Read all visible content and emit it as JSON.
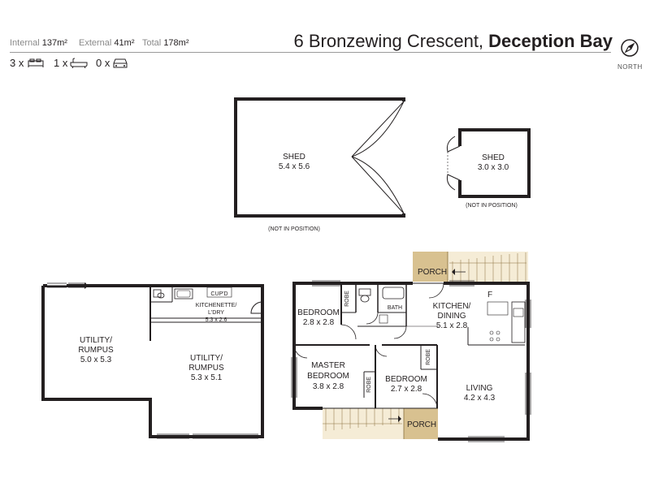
{
  "header": {
    "internal_label": "Internal",
    "internal_value": "137m²",
    "external_label": "External",
    "external_value": "41m²",
    "total_label": "Total",
    "total_value": "178m²",
    "address_street": "6 Bronzewing Crescent,",
    "address_suburb": "Deception Bay",
    "north_label": "NORTH"
  },
  "counts": {
    "bedrooms": "3 x",
    "bathrooms": "1 x",
    "carspaces": "0 x"
  },
  "icons": [
    "bed-icon",
    "bath-icon",
    "car-icon",
    "compass-icon"
  ],
  "rooms": {
    "shed_large": {
      "name": "SHED",
      "size": "5.4 x 5.6",
      "note": "(NOT IN POSITION)"
    },
    "shed_small": {
      "name": "SHED",
      "size": "3.0 x 3.0",
      "note": "(NOT IN POSITION)"
    },
    "utility_left": {
      "name1": "UTILITY/",
      "name2": "RUMPUS",
      "size": "5.0 x 5.3"
    },
    "utility_right": {
      "name1": "UTILITY/",
      "name2": "RUMPUS",
      "size": "5.3 x 5.1"
    },
    "kitchenette": {
      "name1": "KITCHENETTE/",
      "name2": "L'DRY",
      "size": "5.3 x 2.6",
      "cupd": "CUP'D"
    },
    "bedroom1": {
      "name": "BEDROOM",
      "size": "2.8 x 2.8"
    },
    "master": {
      "name1": "MASTER",
      "name2": "BEDROOM",
      "size": "3.8 x 2.8"
    },
    "bedroom2": {
      "name": "BEDROOM",
      "size": "2.7 x 2.8"
    },
    "kitchen": {
      "name1": "KITCHEN/",
      "name2": "DINING",
      "size": "5.1 x 2.8"
    },
    "living": {
      "name": "LIVING",
      "size": "4.2 x 4.3"
    },
    "bath": "BATH",
    "robe": "ROBE",
    "fridge": "F",
    "porch": "PORCH"
  },
  "colors": {
    "wall": "#231f20",
    "porch_fill": "#d8c190",
    "stair_line": "#8a6f3a"
  }
}
